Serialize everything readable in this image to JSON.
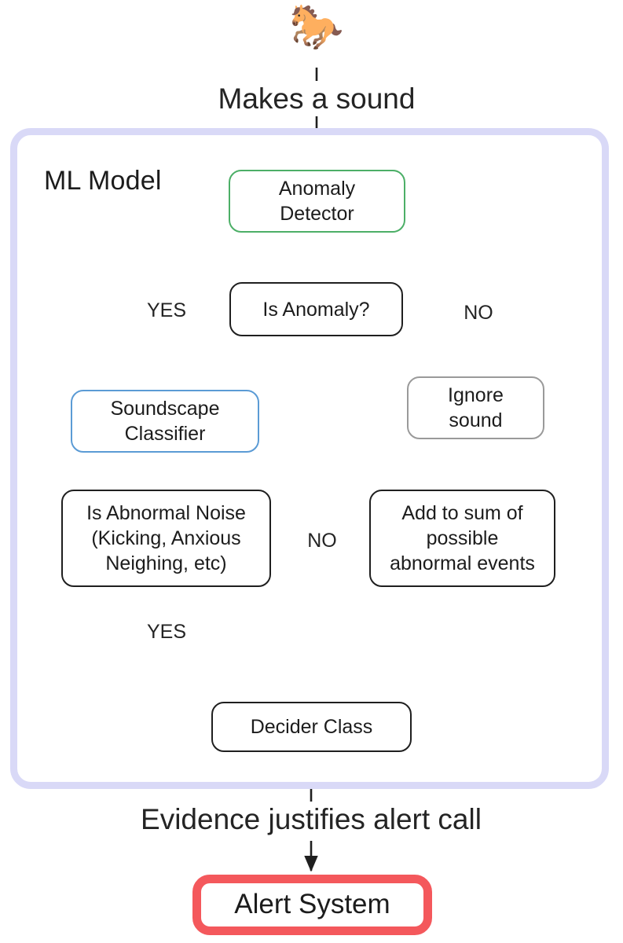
{
  "diagram": {
    "title_free_text": "Makes a sound",
    "source_emoji": "🐎",
    "source_emoji_name": "horse-emoji",
    "group": {
      "label": "ML Model",
      "border_color": "#d9d9f7"
    },
    "nodes": [
      {
        "id": "anomaly-detector",
        "lines": [
          "Anomaly",
          "Detector"
        ],
        "border_color": "#4caf67"
      },
      {
        "id": "is-anomaly",
        "lines": [
          "Is Anomaly?"
        ],
        "border_color": "#1f1f1f"
      },
      {
        "id": "soundscape",
        "lines": [
          "Soundscape",
          "Classifier"
        ],
        "border_color": "#5b9bd5"
      },
      {
        "id": "ignore-sound",
        "lines": [
          "Ignore",
          "sound"
        ],
        "border_color": "#9a9a9a"
      },
      {
        "id": "is-abnormal-noise",
        "lines": [
          "Is Abnormal Noise",
          "(Kicking, Anxious",
          "Neighing, etc)"
        ],
        "border_color": "#1f1f1f"
      },
      {
        "id": "add-to-sum",
        "lines": [
          "Add to sum of",
          "possible",
          "abnormal events"
        ],
        "border_color": "#1f1f1f"
      },
      {
        "id": "decider-class",
        "lines": [
          "Decider Class"
        ],
        "border_color": "#1f1f1f"
      },
      {
        "id": "alert-system",
        "lines": [
          "Alert System"
        ],
        "border_color": "#f4585c"
      }
    ],
    "edge_labels": {
      "anomaly_yes": "YES",
      "anomaly_no": "NO",
      "abnormal_no": "NO",
      "abnormal_yes": "YES"
    },
    "bottom_text": "Evidence justifies alert call"
  }
}
